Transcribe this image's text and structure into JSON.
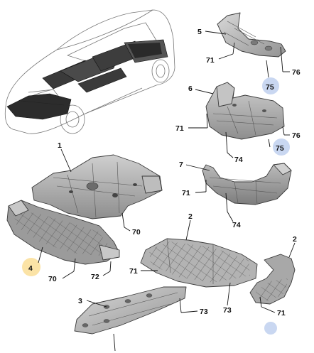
{
  "callouts": {
    "c1": "1",
    "c2a": "2",
    "c2b": "2",
    "c3": "3",
    "c4": "4",
    "c5": "5",
    "c6": "6",
    "c7": "7",
    "c70a": "70",
    "c70b": "70",
    "c71a": "71",
    "c71b": "71",
    "c71c": "71",
    "c71d": "71",
    "c71e": "71",
    "c72": "72",
    "c73a": "73",
    "c73b": "73",
    "c74a": "74",
    "c74b": "74",
    "c75a": "75",
    "c75b": "75",
    "c76a": "76",
    "c76b": "76"
  },
  "colors": {
    "highlight_blue": "#c9d7f1",
    "highlight_yellow": "#fbe3a6",
    "part_fill": "#a6a6a6",
    "part_dark": "#6b6b6b",
    "part_light": "#d2d2d2"
  }
}
